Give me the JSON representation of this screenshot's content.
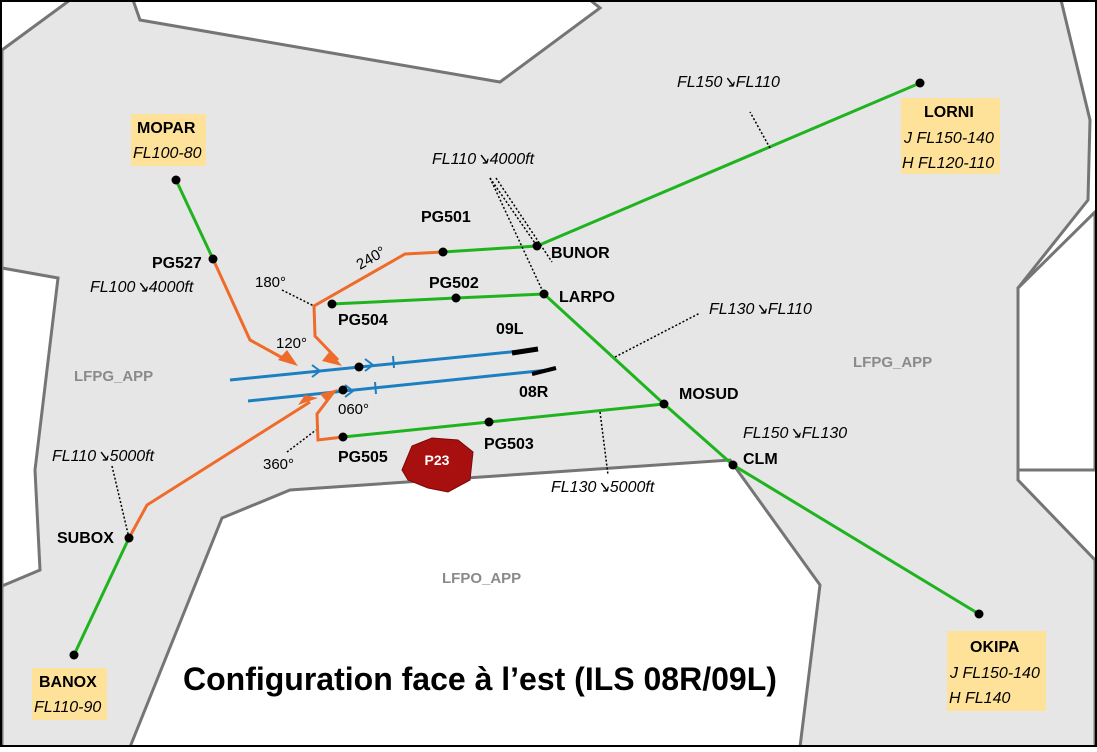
{
  "title": "Configuration face à l’est (ILS 08R/09L)",
  "colors": {
    "airspace": "#e6e6e6",
    "airspace_border": "#757575",
    "star_route": "#1fb41f",
    "vectoring": "#ef6b2a",
    "runway_axis": "#1e7fc0",
    "label_box": "#ffe29a",
    "restricted_zone": "#a80f0f"
  },
  "zones": {
    "lfpg_left": "LFPG_APP",
    "lfpg_right": "LFPG_APP",
    "lfpo": "LFPO_APP",
    "restricted": "P23"
  },
  "entry_points": {
    "mopar": {
      "name": "MOPAR",
      "levels": [
        "FL100-80"
      ]
    },
    "lorni": {
      "name": "LORNI",
      "levels": [
        "J FL150-140",
        "H FL120-110"
      ]
    },
    "banox": {
      "name": "BANOX",
      "levels": [
        "FL110-90"
      ]
    },
    "okipa": {
      "name": "OKIPA",
      "levels": [
        "J FL150-140",
        "H FL140"
      ]
    }
  },
  "waypoints": {
    "pg527": "PG527",
    "pg501": "PG501",
    "bunor": "BUNOR",
    "pg502": "PG502",
    "larpo": "LARPO",
    "pg504": "PG504",
    "mosud": "MOSUD",
    "clm": "CLM",
    "pg505": "PG505",
    "pg503": "PG503",
    "subox": "SUBOX"
  },
  "constraints": {
    "lorni_leg": "FL150↘FL110",
    "bunor_larpo": "FL110↘4000ft",
    "pg527": "FL100↘4000ft",
    "mosud_leg": "FL130↘FL110",
    "clm": "FL150↘FL130",
    "subox": "FL110↘5000ft",
    "pg503": "FL130↘5000ft"
  },
  "headings": {
    "h180": "180°",
    "h240": "240°",
    "h120": "120°",
    "h060": "060°",
    "h360": "360°"
  },
  "runways": {
    "north": "09L",
    "south": "08R"
  }
}
